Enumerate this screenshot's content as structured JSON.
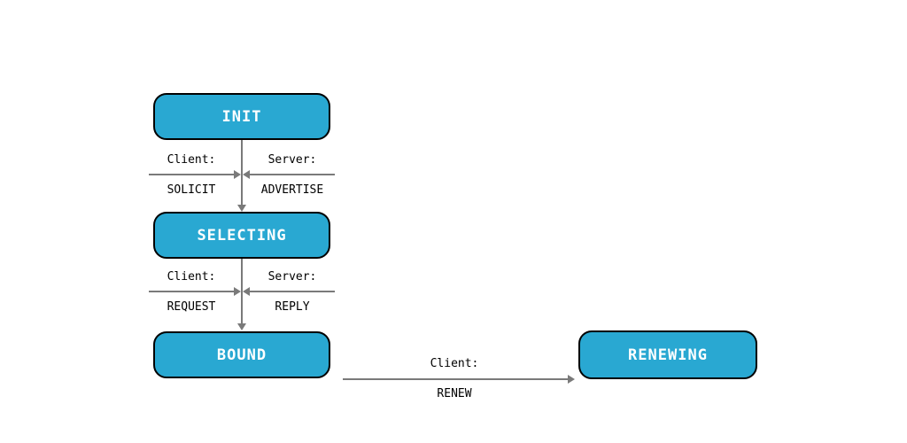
{
  "diagram": {
    "type": "state-machine",
    "colors": {
      "background": "#ffffff",
      "node_fill": "#29a8d2",
      "node_border": "#000000",
      "node_text": "#ffffff",
      "edge_line": "#7a7a7a",
      "label_text": "#000000"
    },
    "nodes": [
      {
        "id": "init",
        "label": "INIT"
      },
      {
        "id": "selecting",
        "label": "SELECTING"
      },
      {
        "id": "bound",
        "label": "BOUND"
      },
      {
        "id": "renewing",
        "label": "RENEWING"
      }
    ],
    "transitions": [
      {
        "from": "INIT",
        "to": "SELECTING",
        "client_label": "Client:",
        "client_message": "SOLICIT",
        "server_label": "Server:",
        "server_message": "ADVERTISE"
      },
      {
        "from": "SELECTING",
        "to": "BOUND",
        "client_label": "Client:",
        "client_message": "REQUEST",
        "server_label": "Server:",
        "server_message": "REPLY"
      },
      {
        "from": "BOUND",
        "to": "RENEWING",
        "client_label": "Client:",
        "client_message": "RENEW"
      }
    ]
  }
}
